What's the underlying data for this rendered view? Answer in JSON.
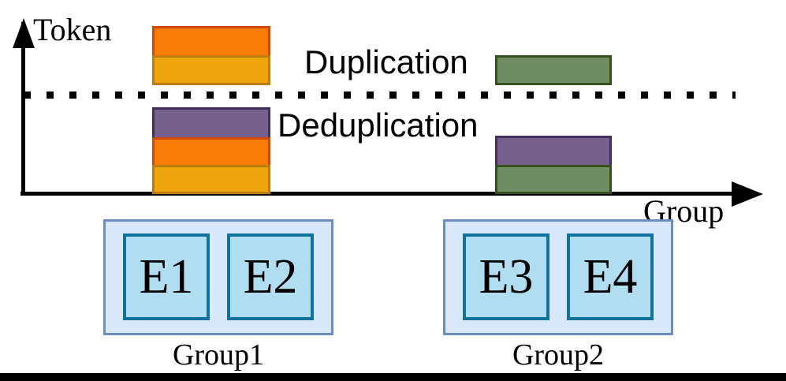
{
  "axes": {
    "y_label": "Token",
    "x_label": "Group"
  },
  "regions": {
    "above": "Duplication",
    "below": "Deduplication"
  },
  "colors": {
    "orange": {
      "fill": "#F87C05",
      "stroke": "#CE4A08"
    },
    "yellow": {
      "fill": "#EFA50E",
      "stroke": "#BE7E0D"
    },
    "purple": {
      "fill": "#76618C",
      "stroke": "#43305A"
    },
    "green": {
      "fill": "#6F8C62",
      "stroke": "#36511E"
    },
    "group_box_fill": "#DAE8FC",
    "group_box_stroke": "#6C8EBF",
    "expert_fill": "#B1DDF0",
    "expert_stroke": "#10739E"
  },
  "bar_stacks": [
    {
      "group": "Group1",
      "region": "duplication",
      "segments": [
        {
          "color": "orange",
          "height": 40
        },
        {
          "color": "yellow",
          "height": 38
        }
      ]
    },
    {
      "group": "Group2",
      "region": "duplication",
      "segments": [
        {
          "color": "green",
          "height": 38
        }
      ]
    },
    {
      "group": "Group1",
      "region": "deduplication",
      "segments": [
        {
          "color": "purple",
          "height": 41
        },
        {
          "color": "orange",
          "height": 38
        },
        {
          "color": "yellow",
          "height": 37
        }
      ]
    },
    {
      "group": "Group2",
      "region": "deduplication",
      "segments": [
        {
          "color": "purple",
          "height": 40
        },
        {
          "color": "green",
          "height": 37
        }
      ]
    }
  ],
  "groups": [
    {
      "label": "Group1",
      "experts": [
        "E1",
        "E2"
      ]
    },
    {
      "label": "Group2",
      "experts": [
        "E3",
        "E4"
      ]
    }
  ]
}
